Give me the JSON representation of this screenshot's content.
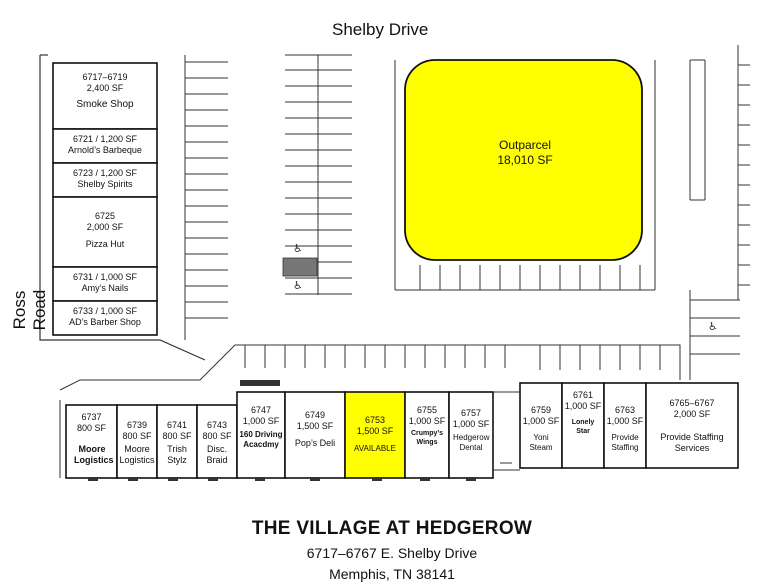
{
  "roads": {
    "north": "Shelby Drive",
    "west": "Ross Road"
  },
  "outparcel": {
    "name": "Outparcel",
    "area": "18,010 SF"
  },
  "west_units": [
    {
      "id": "6717–6719",
      "area": "2,400 SF",
      "tenant": "Smoke Shop"
    },
    {
      "id": "6721",
      "area": "1,200 SF",
      "tenant": "Arnold’s Barbeque"
    },
    {
      "id": "6723",
      "area": "1,200 SF",
      "tenant": "Shelby Spirits"
    },
    {
      "id": "6725",
      "area": "2,000 SF",
      "tenant": "Pizza Hut"
    },
    {
      "id": "6731",
      "area": "1,000 SF",
      "tenant": "Amy’s Nails"
    },
    {
      "id": "6733",
      "area": "1,000 SF",
      "tenant": "AD’s Barber Shop"
    }
  ],
  "south_units": [
    {
      "id": "6737",
      "area": "800 SF",
      "tenant": "Moore Logistics"
    },
    {
      "id": "6739",
      "area": "800 SF",
      "tenant": "Moore Logistics"
    },
    {
      "id": "6741",
      "area": "800 SF",
      "tenant": "Trish Stylz"
    },
    {
      "id": "6743",
      "area": "800 SF",
      "tenant": "Disc. Braid"
    },
    {
      "id": "6747",
      "area": "1,000 SF",
      "tenant": "160 Driving Acacdmy"
    },
    {
      "id": "6749",
      "area": "1,500 SF",
      "tenant": "Pop’s Deli"
    },
    {
      "id": "6753",
      "area": "1,500 SF",
      "tenant": "AVAILABLE"
    },
    {
      "id": "6755",
      "area": "1,000 SF",
      "tenant": "Crumpy’s Wings"
    },
    {
      "id": "6757",
      "area": "1,000 SF",
      "tenant": "Hedgerow Dental"
    },
    {
      "id": "6759",
      "area": "1,000 SF",
      "tenant": "Yoni Steam"
    },
    {
      "id": "6761",
      "area": "1,000 SF",
      "tenant": "Lonely Star"
    },
    {
      "id": "6763",
      "area": "1,000 SF",
      "tenant": "Provide Staffing"
    },
    {
      "id": "6765–6767",
      "area": "2,000 SF",
      "tenant": "Provide Staffing Services"
    }
  ],
  "caption": {
    "title": "THE VILLAGE AT HEDGEROW",
    "address": "6717–6767 E. Shelby Drive",
    "city": "Memphis, TN  38141"
  },
  "colors": {
    "highlight": "#ffff00",
    "outline": "#111111",
    "background": "#ffffff"
  }
}
